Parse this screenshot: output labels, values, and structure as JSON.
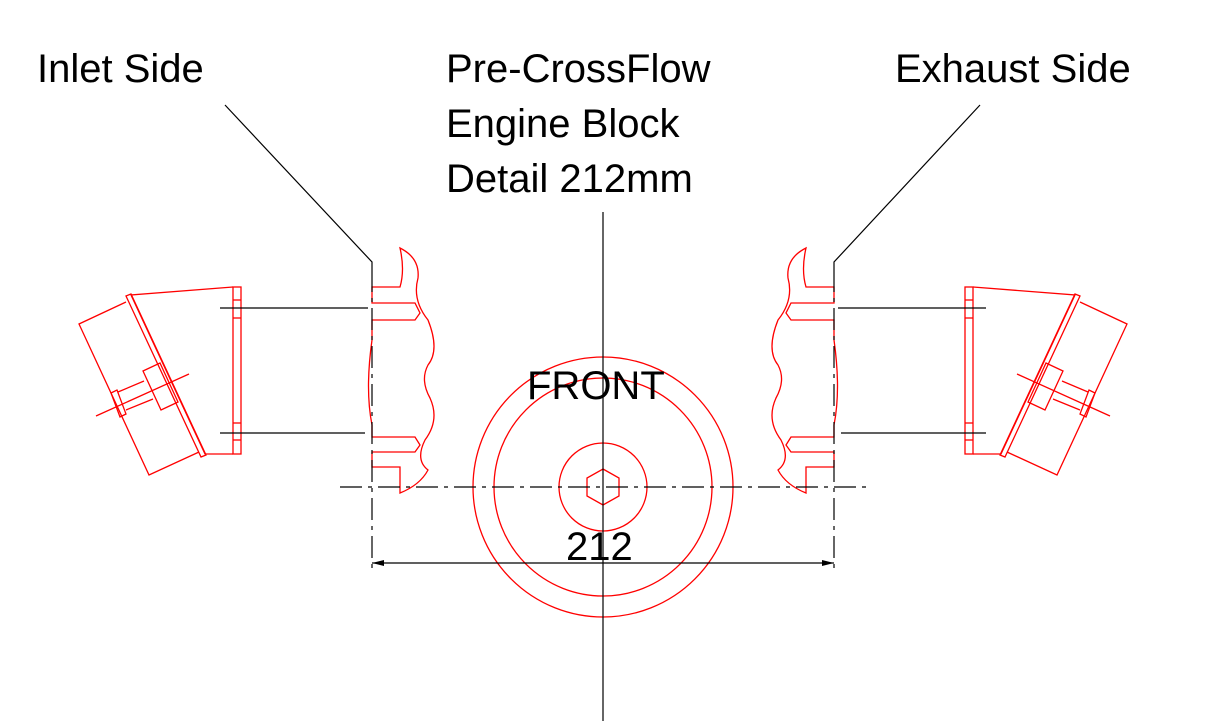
{
  "labels": {
    "inlet": "Inlet Side",
    "exhaust": "Exhaust Side",
    "title_line1": "Pre-CrossFlow",
    "title_line2": "Engine Block",
    "title_line3": "Detail 212mm",
    "front": "FRONT",
    "dimension": "212"
  },
  "colors": {
    "part": "#ff0000",
    "annotation": "#000000"
  }
}
